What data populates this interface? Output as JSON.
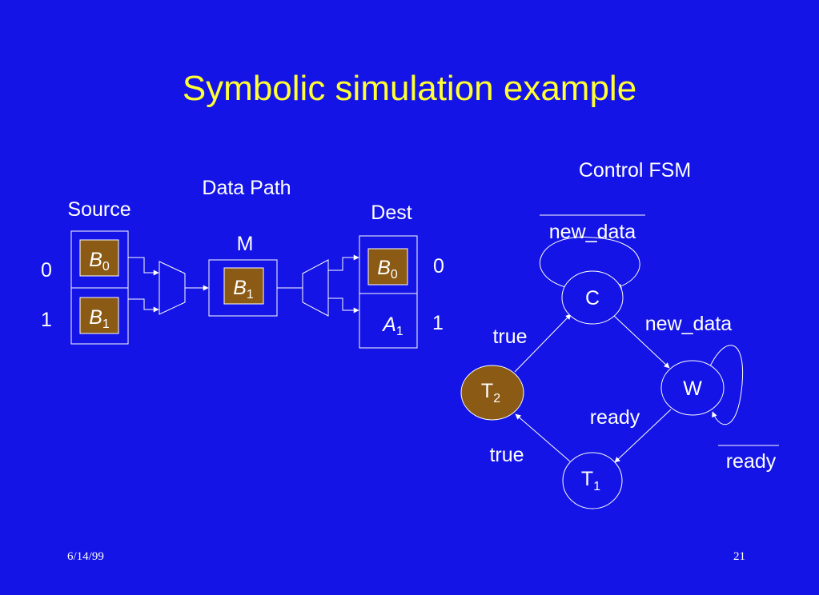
{
  "slide": {
    "title": "Symbolic simulation example",
    "date": "6/14/99",
    "page_number": "21"
  },
  "datapath": {
    "heading": "Data Path",
    "source": {
      "label": "Source",
      "rows": [
        {
          "index": "0",
          "var": "B",
          "sub": "0"
        },
        {
          "index": "1",
          "var": "B",
          "sub": "1"
        }
      ]
    },
    "m": {
      "label": "M",
      "var": "B",
      "sub": "1"
    },
    "dest": {
      "label": "Dest",
      "rows": [
        {
          "index": "0",
          "var": "B",
          "sub": "0"
        },
        {
          "index": "1",
          "var": "A",
          "sub": "1"
        }
      ]
    }
  },
  "fsm": {
    "heading": "Control FSM",
    "states": {
      "c": {
        "label": "C",
        "sub": ""
      },
      "w": {
        "label": "W",
        "sub": ""
      },
      "t1": {
        "label": "T",
        "sub": "1"
      },
      "t2": {
        "label": "T",
        "sub": "2"
      }
    },
    "edges": {
      "c_self": "new_data",
      "c_to_w": "new_data",
      "w_self": "ready",
      "w_to_t1": "ready",
      "t1_to_t2": "true",
      "t2_to_c": "true"
    }
  },
  "colors": {
    "background": "#1414e6",
    "title": "#ffff33",
    "register_fill": "#8b5a14",
    "line": "#ffffff"
  }
}
